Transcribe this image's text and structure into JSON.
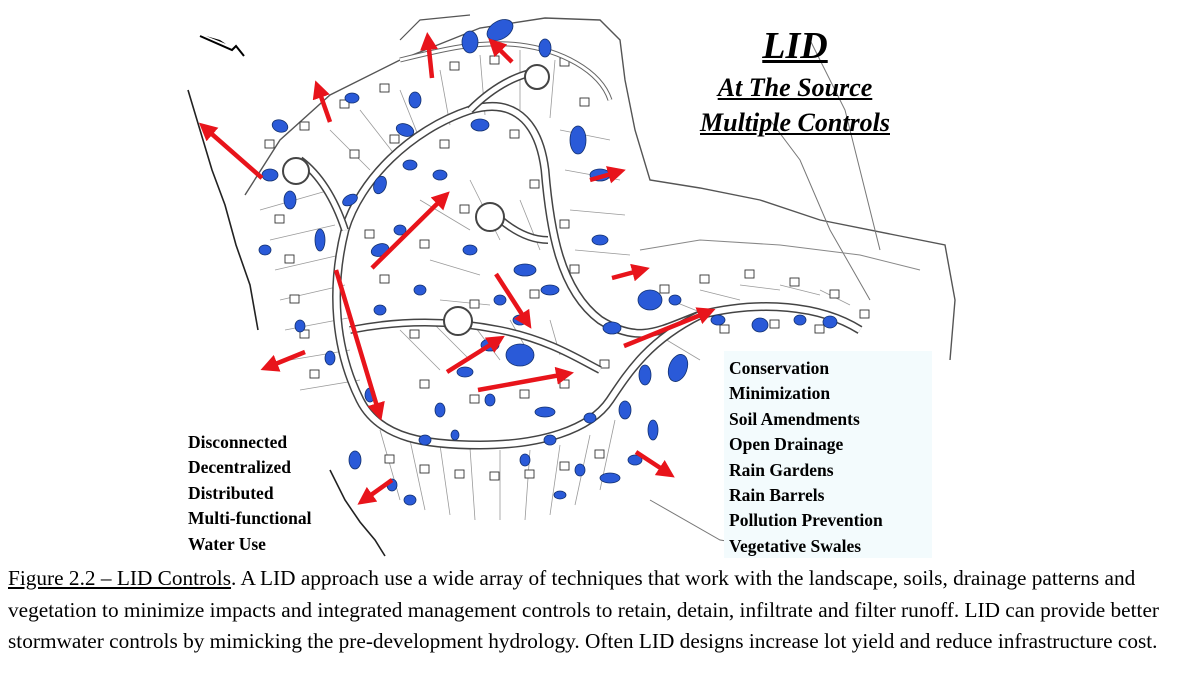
{
  "title": {
    "main": "LID",
    "line1": "At The Source",
    "line2": "Multiple Controls"
  },
  "left_list": [
    "Disconnected",
    "Decentralized",
    "Distributed",
    "Multi-functional",
    "Water Use"
  ],
  "right_list": [
    "Conservation",
    "Minimization",
    "Soil Amendments",
    "Open Drainage",
    "Rain Gardens",
    "Rain Barrels",
    "Pollution Prevention",
    "Vegetative Swales"
  ],
  "caption": {
    "figure_label": "Figure 2.2 – LID Controls",
    "text": ". A LID approach use a wide array of techniques that work with the landscape, soils, drainage patterns and vegetation to minimize impacts and integrated management controls to retain, detain, infiltrate and filter runoff.  LID can provide better stormwater controls by mimicking the pre-development hydrology.  Often LID designs increase lot yield and reduce infrastructure cost."
  },
  "colors": {
    "arrow": "#e8141b",
    "bmp": "#2a5ad8",
    "linework": "#555555",
    "panel": "#f3fbfd"
  }
}
